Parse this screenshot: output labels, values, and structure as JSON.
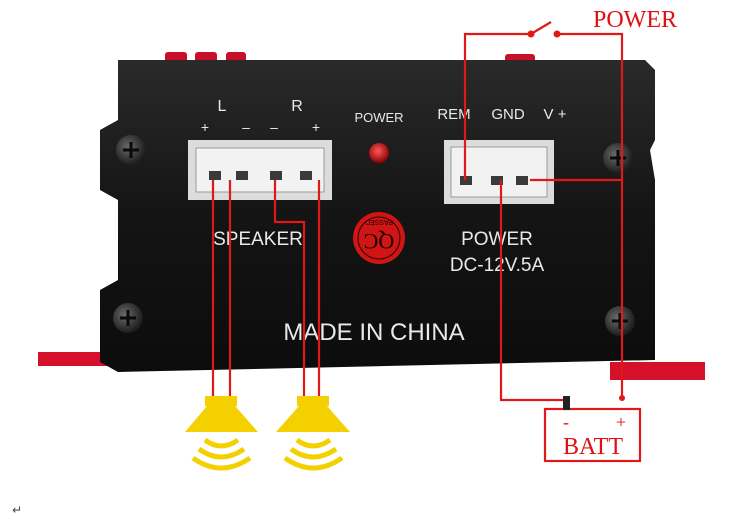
{
  "panel": {
    "speaker_left_label": "L",
    "speaker_right_label": "R",
    "plus": "+",
    "minus": "–",
    "power_led_label": "POWER",
    "rem_label": "REM",
    "gnd_label": "GND",
    "vplus_label": "V +",
    "speaker_label": "SPEAKER",
    "power_label": "POWER",
    "power_spec": "DC-12V.5A",
    "made_in": "MADE IN CHINA",
    "qc_sticker_text": "QC",
    "qc_sticker_small": "PASSED"
  },
  "wiring": {
    "switch_label": "POWER",
    "batt_label": "BATT",
    "batt_minus": "-",
    "batt_plus": "+"
  },
  "footer": {
    "return_mark": "↵"
  },
  "colors": {
    "wire": "#e01818",
    "chassis": "#141414",
    "accent_red": "#d4102a",
    "speaker_yellow": "#f4d000"
  }
}
